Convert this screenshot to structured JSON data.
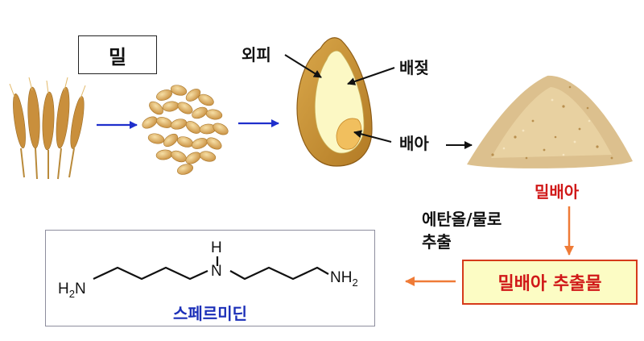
{
  "title": "밀",
  "grain_parts": {
    "bran": "외피",
    "endosperm": "배젖",
    "germ": "배아"
  },
  "germ_product": "밀배아",
  "solvent_label_line1": "에탄올/물로",
  "solvent_label_line2": "추출",
  "extract": "밀배아 추출물",
  "molecule": {
    "name": "스페르미딘",
    "atoms": {
      "nh_top": "H",
      "n_mid": "N",
      "left_h2": "H",
      "left_n": "N",
      "right_n": "NH",
      "right_sub": "2",
      "left_sub": "2"
    }
  },
  "icons": [
    "wheat-stalks-icon",
    "wheat-grains-icon",
    "grain-cross-section-icon",
    "germ-powder-icon"
  ],
  "colors": {
    "flow_arrow": "#1f2fcc",
    "extract_arrow": "#ef7b37",
    "accent_red": "#d01818",
    "name_blue": "#1b2fb8",
    "extract_fill": "#fcfcc4"
  }
}
